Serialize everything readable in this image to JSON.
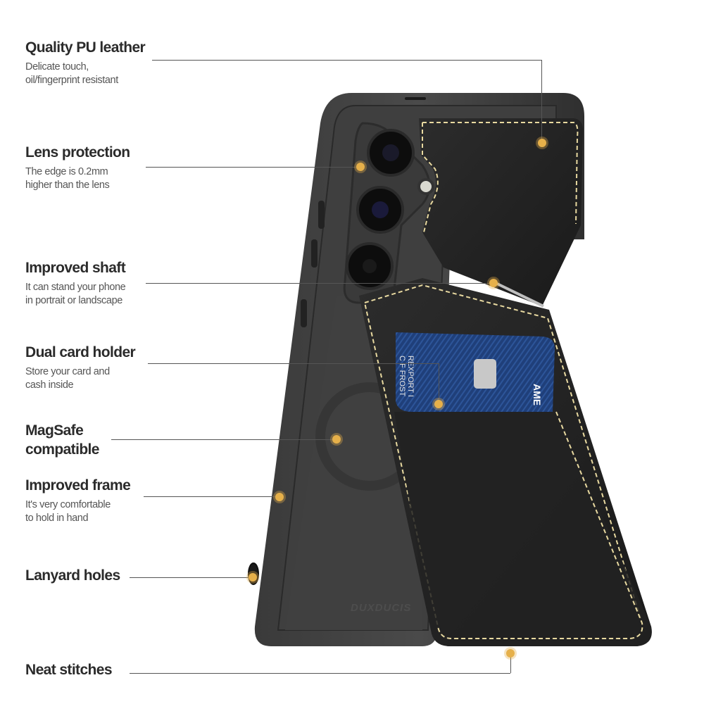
{
  "features": [
    {
      "title": "Quality PU leather",
      "desc": "Delicate touch,\noil/fingerprint resistant"
    },
    {
      "title": "Lens protection",
      "desc": "The edge is 0.2mm\nhigher than the lens"
    },
    {
      "title": "Improved shaft",
      "desc": "It can stand your phone\nin portrait or landscape"
    },
    {
      "title": "Dual card holder",
      "desc": "Store your card and\ncash inside"
    },
    {
      "title": "MagSafe\ncompatible",
      "desc": ""
    },
    {
      "title": "Improved frame",
      "desc": "It's very comfortable\nto hold in hand"
    },
    {
      "title": "Lanyard holes",
      "desc": ""
    },
    {
      "title": "Neat stitches",
      "desc": ""
    }
  ],
  "product": {
    "brand_emboss": "DUXDUCIS",
    "card_text_line1": "C F FROST",
    "card_text_line2": "REXPORT I",
    "card_brand": "AME"
  },
  "colors": {
    "accent_dot": "#e6b04a",
    "stitch": "#e8d9a0",
    "case_dark": "#2a2a2a",
    "card_blue": "#1f3f7a"
  }
}
